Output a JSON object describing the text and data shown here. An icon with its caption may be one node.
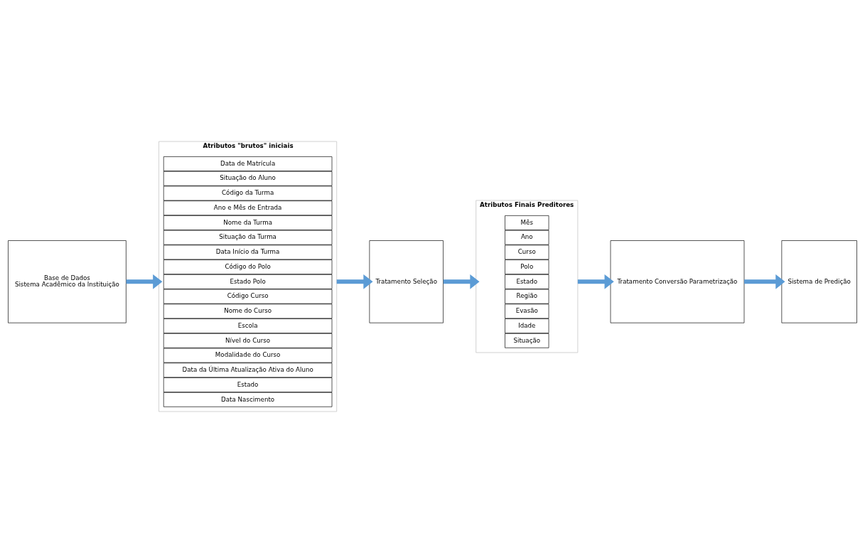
{
  "diagram": {
    "nodes": [
      {
        "text": [
          "Base de Dados",
          "Sistema Acadêmico da Instituição"
        ]
      },
      {
        "text": [
          "Atributos \"brutos\" iniciais"
        ]
      },
      {
        "text": [
          "Data de Matrícula"
        ],
        "in": 1
      },
      {
        "text": [
          "Situação do Aluno"
        ],
        "in": 1
      },
      {
        "text": [
          "Código da Turma"
        ],
        "in": 1
      },
      {
        "text": [
          "Ano e Mês de Entrada"
        ],
        "in": 1
      },
      {
        "text": [
          "Nome da Turma"
        ],
        "in": 1
      },
      {
        "text": [
          "Situação da Turma"
        ],
        "in": 1
      },
      {
        "text": [
          "Data Início da Turma"
        ],
        "in": 1
      },
      {
        "text": [
          "Código do Polo"
        ],
        "in": 1
      },
      {
        "text": [
          "Estado Polo"
        ],
        "in": 1
      },
      {
        "text": [
          "Código Curso"
        ],
        "in": 1
      },
      {
        "text": [
          "Nome do Curso"
        ],
        "in": 1
      },
      {
        "text": [
          "Escola"
        ],
        "in": 1
      },
      {
        "text": [
          "Nível do Curso"
        ],
        "in": 1
      },
      {
        "text": [
          "Modalidade do Curso"
        ],
        "in": 1
      },
      {
        "text": [
          "Data da Última Atualização Ativa do Aluno"
        ],
        "in": 1
      },
      {
        "text": [
          "Estado"
        ],
        "in": 1
      },
      {
        "text": [
          "Data Nascimento"
        ],
        "in": 1
      },
      {
        "text": [
          "Tratamento Seleção"
        ]
      },
      {
        "text": [
          "Atributos Finais Preditores"
        ]
      },
      {
        "text": [
          "Mês"
        ],
        "in": 20
      },
      {
        "text": [
          "Ano"
        ],
        "in": 20
      },
      {
        "text": [
          "Curso"
        ],
        "in": 20
      },
      {
        "text": [
          "Polo"
        ],
        "in": 20
      },
      {
        "text": [
          "Estado"
        ],
        "in": 20
      },
      {
        "text": [
          "Região"
        ],
        "in": 20
      },
      {
        "text": [
          "Evasão"
        ],
        "in": 20
      },
      {
        "text": [
          "Idade"
        ],
        "in": 20
      },
      {
        "text": [
          "Situação"
        ],
        "in": 20
      },
      {
        "text": [
          "Tratamento Conversão Parametrização"
        ]
      },
      {
        "text": [
          "Sistema de Predição"
        ]
      }
    ],
    "edges": [
      {
        "from": 0,
        "to": 1,
        "arrow": "to"
      },
      {
        "from": 1,
        "to": 19,
        "arrow": "to"
      },
      {
        "from": 19,
        "to": 20,
        "arrow": "to"
      },
      {
        "from": 20,
        "to": 30,
        "arrow": "to"
      },
      {
        "from": 30,
        "to": 31,
        "arrow": "to"
      }
    ]
  }
}
